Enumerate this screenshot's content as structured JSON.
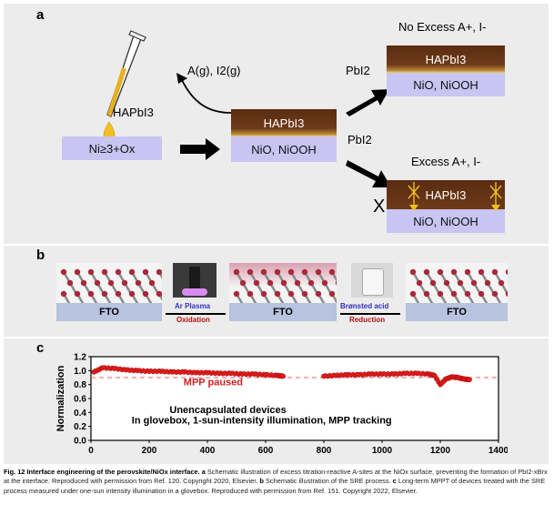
{
  "panel_a": {
    "label": "a",
    "substrate_label": "Ni≥3+Ox",
    "pipette_label": "HAPbI3",
    "gas_label": "A(g), I2(g)",
    "mid_top_label": "HAPbI3",
    "mid_bottom_label": "NiO, NiOOH",
    "pbi2_top": "PbI2",
    "pbi2_bottom": "PbI2",
    "top_right_title": "No Excess A+, I-",
    "top_right_layer_top": "HAPbI3",
    "top_right_layer_bottom": "NiO, NiOOH",
    "bottom_right_title": "Excess A+, I-",
    "bottom_right_layer_top": "HAPbI3",
    "bottom_right_layer_bottom": "NiO, NiOOH",
    "cross_mark": "X"
  },
  "panel_b": {
    "label": "b",
    "fto": [
      "FTO",
      "FTO",
      "FTO"
    ],
    "step1_top": "Ar Plasma",
    "step1_bottom": "Oxidation",
    "step2_top": "Brønsted acid",
    "step2_bottom": "Reduction"
  },
  "panel_c": {
    "label": "c",
    "ylabel": "Normalization",
    "annotation_mpp": "MPP paused",
    "annotation_line1": "Unencapsulated devices",
    "annotation_line2": "In glovebox, 1-sun-intensity illumination, MPP tracking",
    "xticks": [
      "0",
      "200",
      "400",
      "600",
      "800",
      "1000",
      "1200",
      "1400"
    ],
    "yticks": [
      "0.0",
      "0.2",
      "0.4",
      "0.6",
      "0.8",
      "1.0",
      "1.2"
    ]
  },
  "chart_data": {
    "type": "scatter",
    "xlabel": "",
    "ylabel": "Normalization",
    "xlim": [
      0,
      1400
    ],
    "ylim": [
      0,
      1.2
    ],
    "reference_line_y": 0.9,
    "series": [
      {
        "x": [
          10,
          40,
          80,
          120,
          160,
          200,
          240,
          280,
          320,
          360,
          400,
          440,
          480,
          520,
          560,
          600,
          640,
          660
        ],
        "y": [
          0.98,
          1.04,
          1.03,
          1.01,
          1.0,
          0.99,
          0.99,
          0.98,
          0.98,
          0.97,
          0.97,
          0.96,
          0.96,
          0.95,
          0.95,
          0.94,
          0.93,
          0.92
        ]
      },
      {
        "x": [
          800,
          840,
          880,
          920,
          960,
          1000,
          1040,
          1080,
          1120,
          1160,
          1180,
          1200,
          1220,
          1240,
          1260,
          1280,
          1300
        ],
        "y": [
          0.92,
          0.93,
          0.94,
          0.94,
          0.95,
          0.95,
          0.95,
          0.96,
          0.96,
          0.95,
          0.93,
          0.8,
          0.88,
          0.91,
          0.9,
          0.88,
          0.87
        ]
      }
    ]
  },
  "caption": {
    "title": "Fig. 12 Interface engineering of the perovskite/NiOx interface.",
    "part_a_label": "a",
    "part_a": "Schematic illustration of excess titration-reactive A-sites at the NiOx surface, preventing the formation of PbI2-xBrx at the interface. Reproduced with permission from Ref. 120. Copyright 2020, Elsevier.",
    "part_b_label": "b",
    "part_b": "Schematic illustration of the SRE process.",
    "part_c_label": "c",
    "part_c": "Long-term MPPT of devices treated with the SRE process measured under one-sun intensity illumination in a glovebox. Reproduced with permission from Ref. 151. Copyright 2022, Elsevier."
  }
}
